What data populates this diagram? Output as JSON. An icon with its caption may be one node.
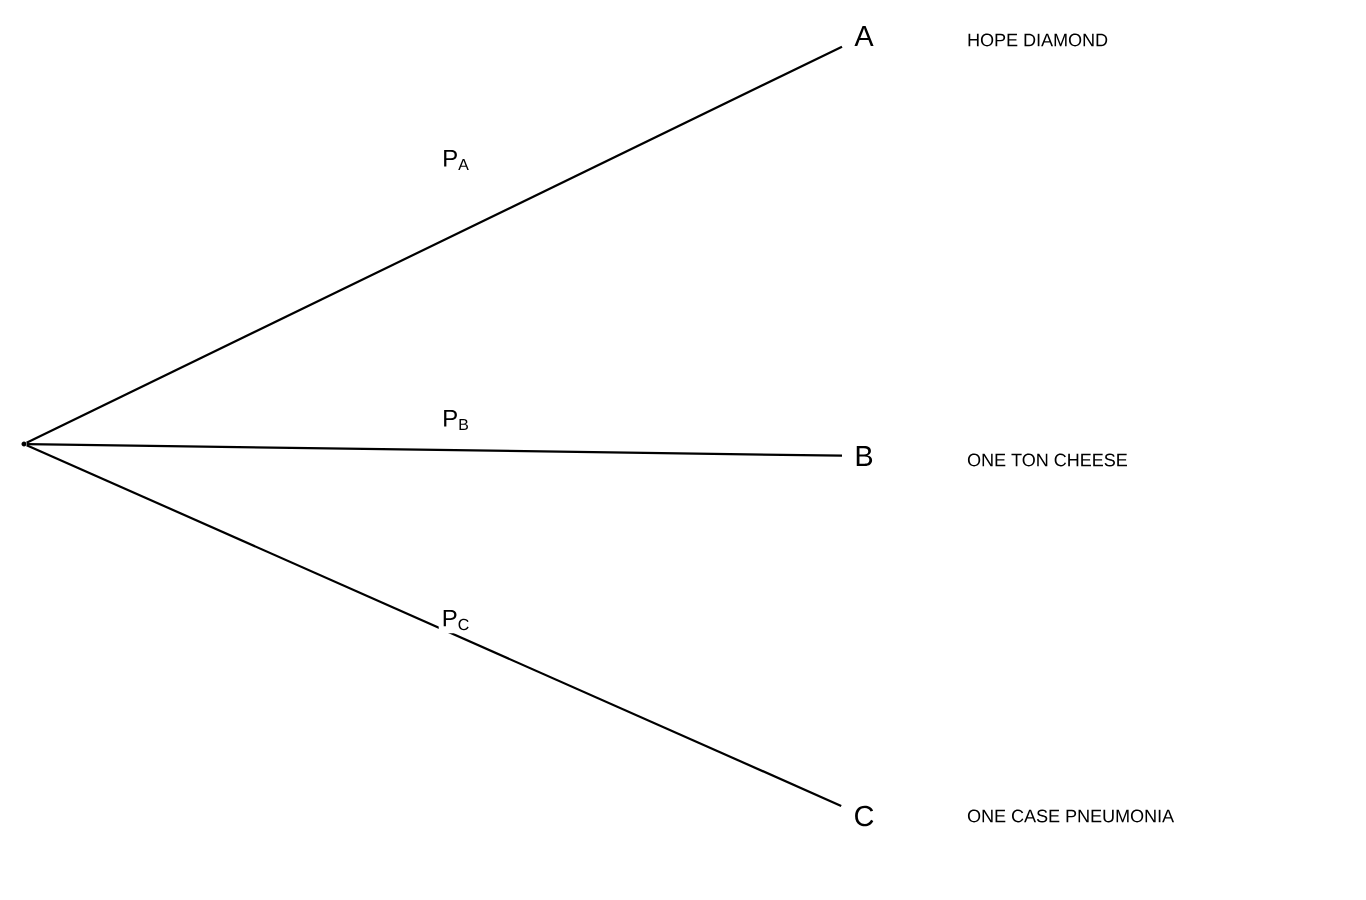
{
  "diagram": {
    "nodes": [
      {
        "text": [],
        "shape": "point"
      },
      {
        "text": [
          "A"
        ]
      },
      {
        "text": [
          "B"
        ]
      },
      {
        "text": [
          "C"
        ]
      }
    ],
    "edges": [
      {
        "from": 0,
        "to": 1,
        "arrow": "none",
        "label": "P$_{A}$"
      },
      {
        "from": 0,
        "to": 2,
        "arrow": "none",
        "label": "P$_{B}$"
      },
      {
        "from": 0,
        "to": 3,
        "arrow": "none",
        "label": "P$_{C}$"
      }
    ],
    "labels": [
      "HOPE DIAMOND",
      "ONE TON CHEESE",
      "ONE CASE PNEUMONIA"
    ]
  }
}
